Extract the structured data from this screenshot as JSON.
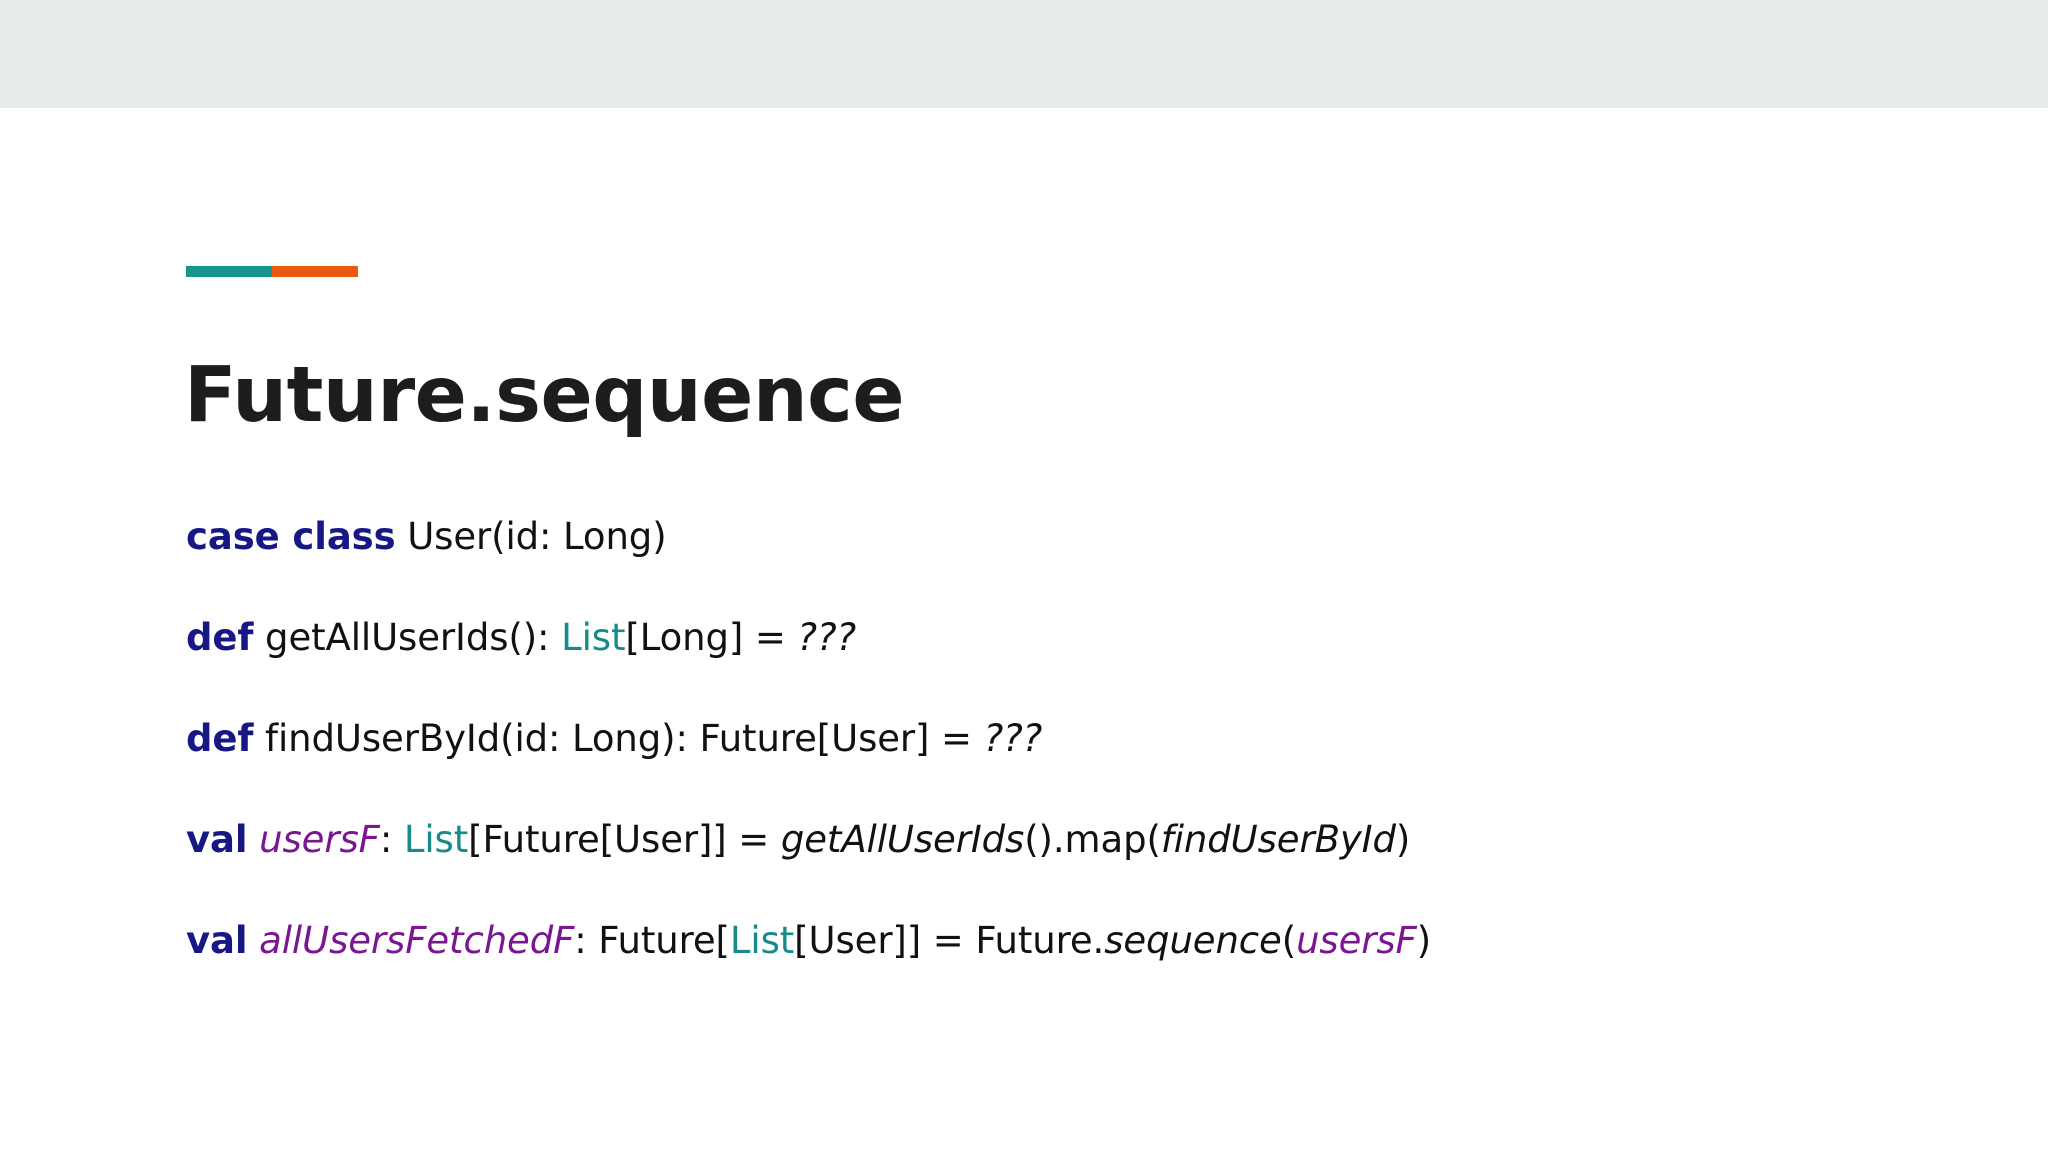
{
  "slide": {
    "title": "Future.sequence",
    "accent_rule": {
      "left_color": "#16958c",
      "right_color": "#e85a10"
    },
    "header_band_color": "#e8ecea",
    "background_color": "#ffffff"
  },
  "palette": {
    "keyword": "#171785",
    "type": "#178a8a",
    "identifier": "#7a1690",
    "plain": "#111111"
  },
  "code": {
    "language": "Scala",
    "lines": [
      {
        "id": "line-case-class-user",
        "plain_text": "case class User(id: Long)",
        "tokens": [
          {
            "text": "case class",
            "style": "keyword"
          },
          {
            "text": " User(id: Long)",
            "style": "plain"
          }
        ]
      },
      {
        "id": "line-def-get-all-user-ids",
        "plain_text": "def getAllUserIds(): List[Long] = ???",
        "tokens": [
          {
            "text": "def",
            "style": "keyword"
          },
          {
            "text": " getAllUserIds(): ",
            "style": "plain"
          },
          {
            "text": "List",
            "style": "type"
          },
          {
            "text": "[Long] = ",
            "style": "plain"
          },
          {
            "text": "???",
            "style": "italic"
          }
        ]
      },
      {
        "id": "line-def-find-user-by-id",
        "plain_text": "def findUserById(id: Long): Future[User] = ???",
        "tokens": [
          {
            "text": "def",
            "style": "keyword"
          },
          {
            "text": " findUserById(id: Long): Future[User] = ",
            "style": "plain"
          },
          {
            "text": "???",
            "style": "italic"
          }
        ]
      },
      {
        "id": "line-val-users-f",
        "plain_text": "val usersF: List[Future[User]] = getAllUserIds().map(findUserById)",
        "tokens": [
          {
            "text": "val",
            "style": "keyword"
          },
          {
            "text": " ",
            "style": "plain"
          },
          {
            "text": "usersF",
            "style": "identifier"
          },
          {
            "text": ": ",
            "style": "plain"
          },
          {
            "text": "List",
            "style": "type"
          },
          {
            "text": "[Future[User]] = ",
            "style": "plain"
          },
          {
            "text": "getAllUserIds",
            "style": "italic"
          },
          {
            "text": "().map(",
            "style": "plain"
          },
          {
            "text": "findUserById",
            "style": "italic"
          },
          {
            "text": ")",
            "style": "plain"
          }
        ]
      },
      {
        "id": "line-val-all-users-fetched-f",
        "plain_text": "val allUsersFetchedF: Future[List[User]] = Future.sequence(usersF)",
        "tokens": [
          {
            "text": "val",
            "style": "keyword"
          },
          {
            "text": " ",
            "style": "plain"
          },
          {
            "text": "allUsersFetchedF",
            "style": "identifier"
          },
          {
            "text": ": Future[",
            "style": "plain"
          },
          {
            "text": "List",
            "style": "type"
          },
          {
            "text": "[User]] = Future.",
            "style": "plain"
          },
          {
            "text": "sequence",
            "style": "italic"
          },
          {
            "text": "(",
            "style": "plain"
          },
          {
            "text": "usersF",
            "style": "identifier"
          },
          {
            "text": ")",
            "style": "plain"
          }
        ]
      }
    ]
  }
}
